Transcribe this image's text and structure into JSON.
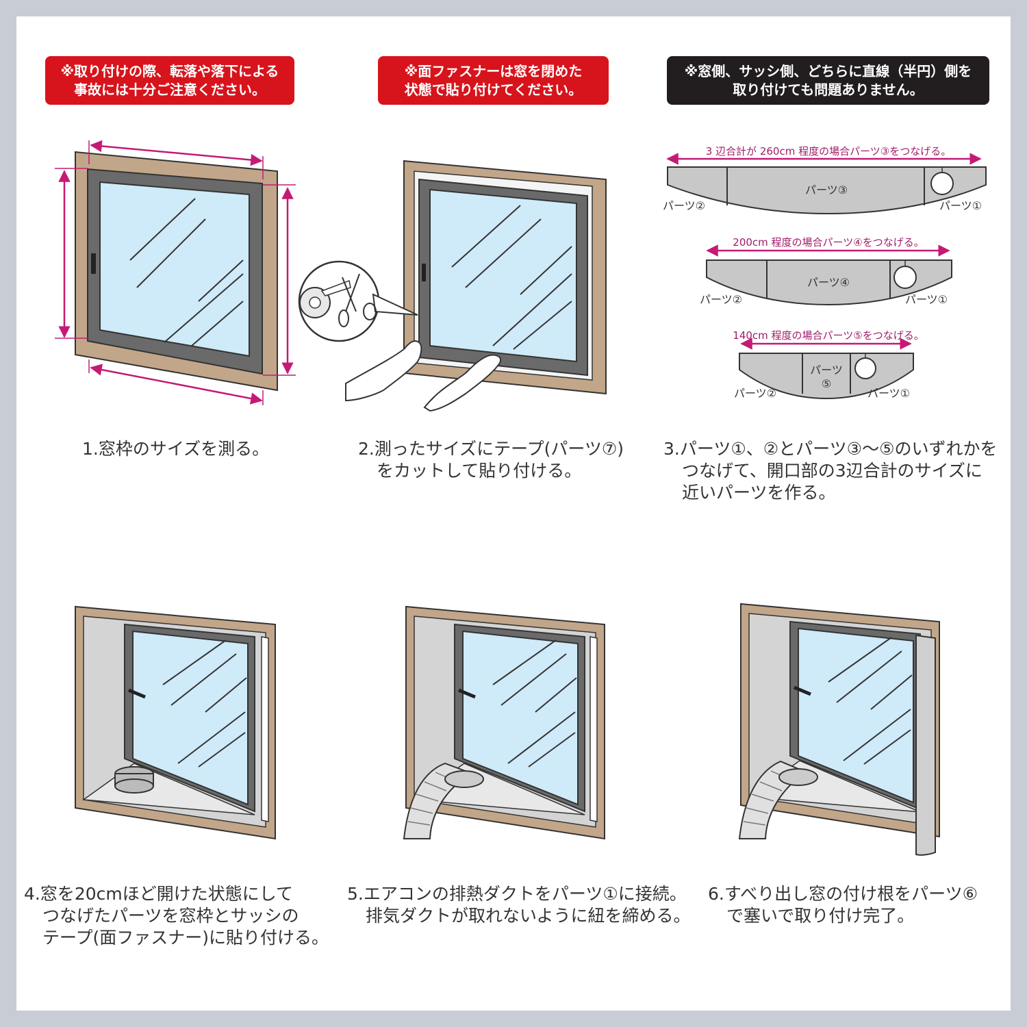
{
  "colors": {
    "background": "#c8ccd4",
    "panel": "#ffffff",
    "warning_red": "#d7141c",
    "dark": "#221d1e",
    "frame": "#c2a68a",
    "sash": "#6a6a6a",
    "glass": "#cfeaf8",
    "measure": "#c41a75",
    "part": "#c8c8c8"
  },
  "banners": [
    {
      "style": "red",
      "lines": [
        "※取り付けの際、転落や落下による",
        "事故には十分ご注意ください。"
      ]
    },
    {
      "style": "red",
      "lines": [
        "※面ファスナーは窓を閉めた",
        "状態で貼り付けてください。"
      ]
    },
    {
      "style": "dark",
      "lines": [
        "※窓側、サッシ側、どちらに直線（半円）側を",
        "取り付けても問題ありません。"
      ]
    }
  ],
  "parts_diagram": {
    "row1": {
      "caption": "3 辺合計が 260cm 程度の場合パーツ③をつなげる。",
      "center": "パーツ③",
      "left": "パーツ②",
      "right": "パーツ①"
    },
    "row2": {
      "caption": "200cm 程度の場合パーツ④をつなげる。",
      "center": "パーツ④",
      "left": "パーツ②",
      "right": "パーツ①"
    },
    "row3": {
      "caption": "140cm 程度の場合パーツ⑤をつなげる。",
      "center_line1": "パーツ",
      "center_line2": "⑤",
      "left": "パーツ②",
      "right": "パーツ①"
    }
  },
  "steps": [
    {
      "lines": [
        "1.窓枠のサイズを測る。"
      ]
    },
    {
      "lines": [
        "2.測ったサイズにテープ(パーツ⑦)",
        "をカットして貼り付ける。"
      ]
    },
    {
      "lines": [
        "3.パーツ①、②とパーツ③～⑤のいずれかを",
        "つなげて、開口部の3辺合計のサイズに",
        "近いパーツを作る。"
      ]
    },
    {
      "lines": [
        "4.窓を20cmほど開けた状態にして",
        "つなげたパーツを窓枠とサッシの",
        "テープ(面ファスナー)に貼り付ける。"
      ]
    },
    {
      "lines": [
        "5.エアコンの排熱ダクトをパーツ①に接続。",
        "排気ダクトが取れないように紐を締める。"
      ]
    },
    {
      "lines": [
        "6.すべり出し窓の付け根をパーツ⑥",
        "で塞いで取り付け完了。"
      ]
    }
  ]
}
